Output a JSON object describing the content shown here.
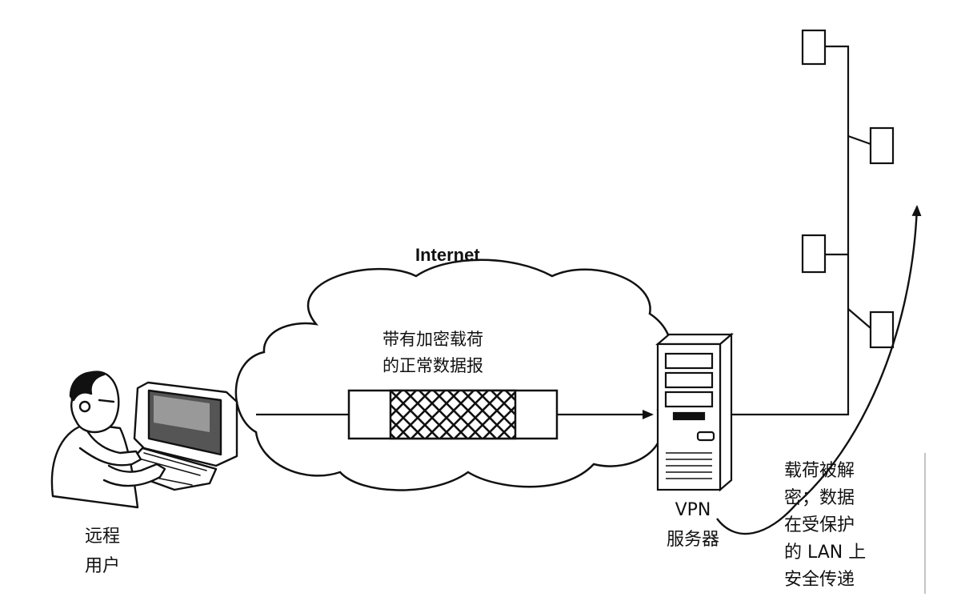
{
  "internet_label": "Internet",
  "packet": {
    "desc_line1": "带有加密载荷",
    "desc_line2": "的正常数据报"
  },
  "remote_user": {
    "line1": "远程",
    "line2": "用户"
  },
  "vpn_server": {
    "line1": "VPN",
    "line2": "服务器"
  },
  "lan_note": {
    "line1": "载荷被解",
    "line2": "密；数据",
    "line3": "在受保护",
    "line4": "的 LAN 上",
    "line5": "安全传递"
  }
}
